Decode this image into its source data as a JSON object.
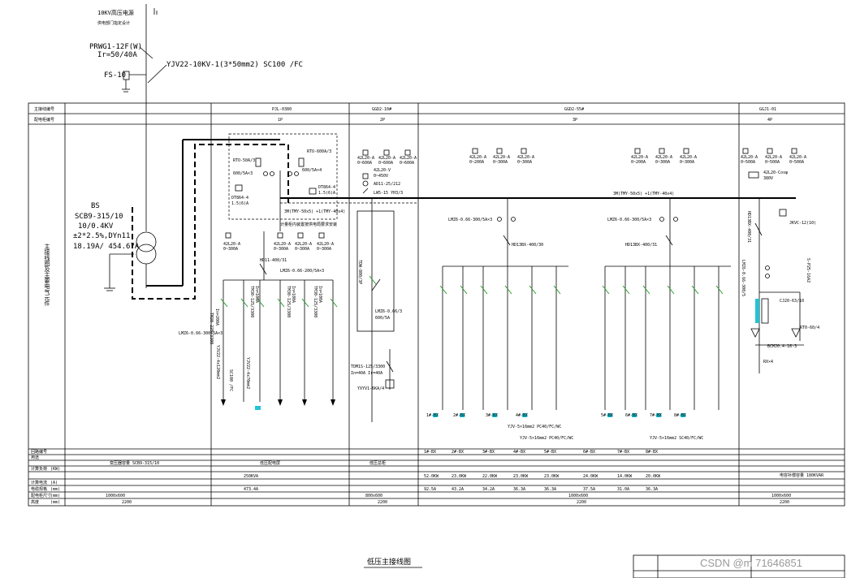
{
  "incoming": {
    "line1": "10KV高压电源",
    "line2": "供电部门指定设计",
    "switch": "PRWG1-12F(W)",
    "rating": "Ir=50/40A",
    "cable": "YJV22-10KV-1(3*50mm2) SC100 /FC",
    "arrester": "FS-10"
  },
  "transformer": {
    "name": "BS",
    "model": "SCB9-315/10",
    "ratio": "10/0.4KV",
    "tap": "±2*2.5%,DYn11",
    "current": "18.19A/ 454.67A"
  },
  "left_labels": {
    "row1": "主接线编号",
    "row2": "配电柜编号",
    "side_title": "主接线图及主要电气元件"
  },
  "panels": [
    {
      "model": "PJL-0380",
      "no": "1P"
    },
    {
      "model": "GGD2-10#",
      "no": "2P"
    },
    {
      "model": "GGD2-55#",
      "no": "3P"
    },
    {
      "model": "GGJ1-01",
      "no": "4P"
    }
  ],
  "p1": {
    "fuse_left": "RTO-50A/3",
    "fuse_right": "RTO-600A/3",
    "ct_left": "600/5A×3",
    "ct_right": "600/5A×4",
    "meter_left": "DT864-4",
    "meter_left_spec": "1.5(6)A",
    "meter_right": "DT864-4",
    "meter_right_spec": "1.5(6)A",
    "bus_label": "3M(TMY-50x5) +1(TMY-40x4)",
    "note": "计量柜内装置按供电局要求安装",
    "ammeter1": "42L20-A",
    "ammeter1_range": "0~300A",
    "ammeter2": "42L20-A",
    "ammeter2_range": "0~300A",
    "ammeter3": "42L20-A",
    "ammeter3_range": "0~300A",
    "ammeter4": "42L20-A",
    "ammeter4_range": "0~300A",
    "disconnector": "HD11-400/31",
    "ct_outgoing": "LMZ6-0.66-200/5A×3",
    "ct_side": "LMZ6-0.66-300/5A×3",
    "breaker1": "TM30-225/3300",
    "breaker1_in": "In=200A",
    "breaker2": "TM30-125/3300",
    "breaker2_in": "In=100A",
    "breaker3": "TM30-125/3300",
    "breaker3_in": "In=100A",
    "breaker4": "TM30-125/3300",
    "breaker4_in": "In=100A",
    "cable1": "YJV22-4x120mm2",
    "cable1_pipe": "SC100 /FC",
    "cable2": "YJV22-4x70mm2"
  },
  "p2": {
    "ammeter_a": "42L20-A",
    "ammeter_a_range": "0~600A",
    "ammeter_b": "42L20-A",
    "ammeter_b_range": "0~600A",
    "ammeter_c": "42L20-A",
    "ammeter_c_range": "0~600A",
    "voltmeter": "42L20-V",
    "voltmeter_range": "0~450V",
    "switch": "AD11-25/212",
    "lw": "LW5-15 YH3/3",
    "main_breaker": "TDW-800/3P",
    "ct": "LMZ6-0.66/3",
    "ct_ratio": "600/5A",
    "breaker_out": "TDM1S-125/3300",
    "breaker_out_in": "In=40A Ir=40A",
    "fuse": "YXYV1-6KA/4"
  },
  "p3": {
    "ammeter1": "42L20-A",
    "ammeter1_range": "0~200A",
    "ammeter2": "42L20-A",
    "ammeter2_range": "0~300A",
    "ammeter3": "42L20-A",
    "ammeter3_range": "0~300A",
    "ammeter4": "42L20-A",
    "ammeter4_range": "0~200A",
    "ammeter5": "42L20-A",
    "ammeter5_range": "0~300A",
    "ammeter6": "42L20-A",
    "ammeter6_range": "0~300A",
    "bus_label": "3M(TMY-50x5) +1(TMY-40x4)",
    "ct_left": "LMZ6-0.66-300/5A×3",
    "ct_right": "LMZ6-0.66-300/5A×3",
    "dis_left": "HD13BX-400/30",
    "dis_right": "HD13BX-400/31",
    "cable_left": "YJV-5×16mm2 PC40/FC/WC",
    "cable_mid": "YJV-5×16mm2 PC40/FC/WC",
    "cable_right": "YJV-5×16mm2 SC40/FC/WC"
  },
  "p4": {
    "ammeter1": "42L20-A",
    "ammeter1_range": "0~500A",
    "ammeter2": "42L20-A",
    "ammeter2_range": "0~500A",
    "ammeter3": "42L20-A",
    "ammeter3_range": "0~500A",
    "cosphi": "42L20-Cosφ",
    "cosphi_range": "380V",
    "disconnector": "HD13BX-400/31",
    "relay": "JKVC-12(10)",
    "ct": "LMZ6-0.66-300/5",
    "cap_breaker": "S-P25-16A2",
    "contactor": "CJ20-63/10",
    "capacitor": "BCMJ0.4-16-3",
    "reactor": "RT0-60/4",
    "count": "RX×4"
  },
  "table": {
    "row_labels": [
      "回路编号",
      "用途",
      "计算负荷",
      "计算电流",
      "电缆规格",
      "配电柜尺寸",
      "高度"
    ],
    "row_labels_units": [
      "",
      "",
      "(KW)",
      "(A)",
      "(mm)",
      "(mm)",
      "(mm)"
    ],
    "p1_text": [
      "变压器容量 SCB9-315/10",
      "低压配电屏"
    ],
    "p1_vals": [
      "250KVA",
      "473.4A"
    ],
    "p2_text": "低压总柜",
    "circuits": [
      "1#-BX",
      "2#-BX",
      "3#-BX",
      "4#-BX",
      "5#-BX",
      "6#-BX",
      "7#-BX",
      "8#-BX"
    ],
    "loads": [
      "52.0KW",
      "23.0KW",
      "22.0KW",
      "23.0KW",
      "23.0KW",
      "24.0KW",
      "14.0KW",
      "20.0KW"
    ],
    "currents": [
      "92.5A",
      "43.2A",
      "34.2A",
      "36.3A",
      "36.3A",
      "37.5A",
      "31.0A",
      "36.3A"
    ],
    "size_p1": "1000x600",
    "size_p2": "800x600",
    "size_p3": "1000x600",
    "size_p4": "1000x600",
    "height_p1": "2200",
    "height_p2": "2200",
    "height_p3": "2200",
    "height_p4": "2200",
    "p4_note": "电容补偿容量 180KVAR"
  },
  "outgoing_labels": [
    "1#-BX",
    "2#-BX",
    "3#-BX",
    "4#-BX",
    "5#-BX",
    "6#-BX",
    "7#-BX",
    "8#-BX"
  ],
  "drawing_title": "低压主接线图",
  "watermark": "CSDN @m  71646851"
}
